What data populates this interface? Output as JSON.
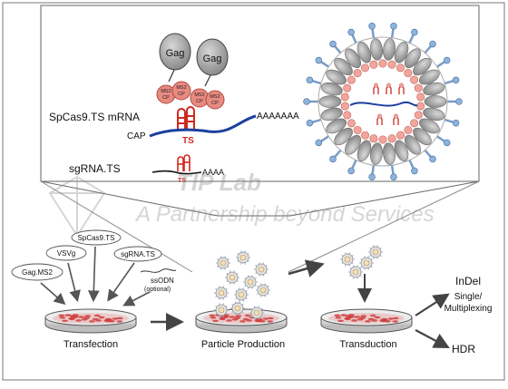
{
  "diagram": {
    "top_panel": {
      "gag_labels": [
        "Gag",
        "Gag"
      ],
      "ms2cp_labels": [
        [
          "MS2",
          "CP"
        ],
        [
          "MS2",
          "CP"
        ],
        [
          "MS2",
          "CP"
        ],
        [
          "MS2",
          "CP"
        ]
      ],
      "mrna_label": "SpCas9.TS mRNA",
      "cap_label": "CAP",
      "ts_label": "TS",
      "polya_label": "AAAAAAA",
      "sgrna_label": "sgRNA.TS",
      "sgrna_ts_label": "TS",
      "sgrna_polya": "AAAA"
    },
    "watermark": {
      "brand": "TIP Lab",
      "tagline": "A Partnership beyond Services"
    },
    "plasmids": [
      "Gag.MS2",
      "VSVg",
      "SpCas9.TS",
      "sgRNA.TS"
    ],
    "ssodn": [
      "ssODN",
      "(optional)"
    ],
    "steps": [
      "Transfection",
      "Particle Production",
      "Transduction"
    ],
    "outcomes": {
      "indel": "InDel",
      "single": "Single/",
      "multiplex": "Multiplexing",
      "hdr": "HDR"
    },
    "colors": {
      "gag_gray": "#9a9a9a",
      "ms2cp_red": "#e88a80",
      "mrna_blue": "#1a3f9e",
      "ts_red": "#d0281e",
      "spike_blue": "#8fb4dc",
      "dish_cells": "#d04040"
    }
  }
}
